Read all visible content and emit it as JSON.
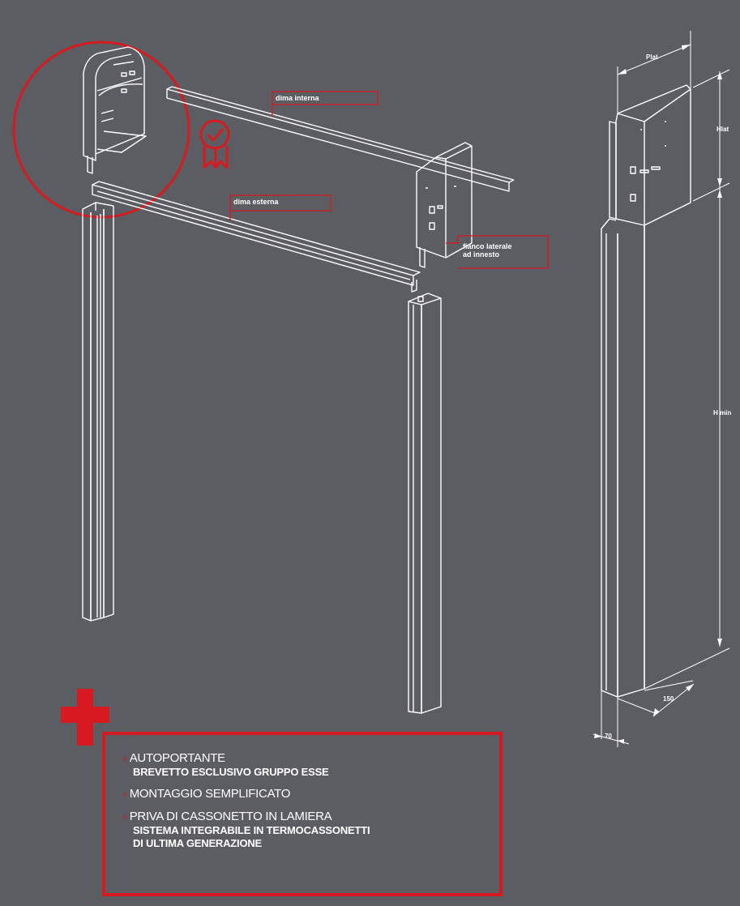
{
  "labels": {
    "dima_interna": "dima interna",
    "dima_esterna": "dima esterna",
    "fianco_line1": "fianco laterale",
    "fianco_line2": "ad innesto"
  },
  "dimensions": {
    "plat": "Plat",
    "hlat": "Hlat",
    "hmin": "H min",
    "d150": "150",
    "d70": "70"
  },
  "features": [
    {
      "head": "AUTOPORTANTE",
      "sub": [
        "BREVETTO ESCLUSIVO GRUPPO ESSE"
      ]
    },
    {
      "head": "MONTAGGIO SEMPLIFICATO",
      "sub": []
    },
    {
      "head": "PRIVA DI CASSONETTO IN LAMIERA",
      "sub": [
        "SISTEMA INTEGRABILE IN TERMOCASSONETTI",
        "DI ULTIMA GENERAZIONE"
      ]
    }
  ],
  "icons": {
    "arrow": "›",
    "badge": "ribbon-check-icon",
    "plus": "plus-sign-icon"
  },
  "colors": {
    "background": "#5c5d62",
    "accent": "#d71920",
    "line": "#ffffff"
  }
}
